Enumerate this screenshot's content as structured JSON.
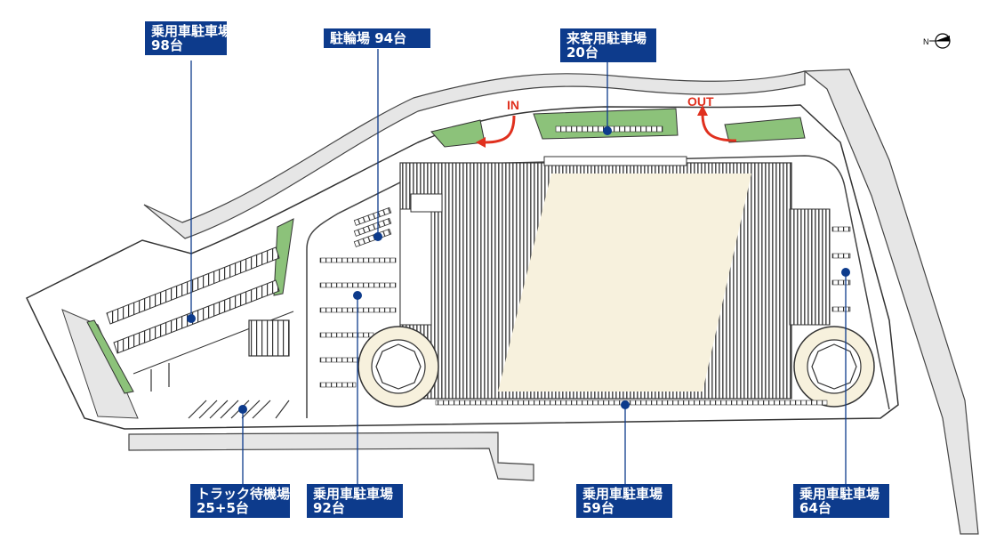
{
  "labels": {
    "parking_98": [
      "乗用車駐車場",
      "98台"
    ],
    "bicycle_94": [
      "駐輪場 94台"
    ],
    "visitor_20": [
      "来客用駐車場",
      "20台"
    ],
    "truck_wait": [
      "トラック待機場",
      "25+5台"
    ],
    "parking_92": [
      "乗用車駐車場",
      "92台"
    ],
    "parking_59": [
      "乗用車駐車場",
      "59台"
    ],
    "parking_64": [
      "乗用車駐車場",
      "64台"
    ]
  },
  "gates": {
    "in": "IN",
    "out": "OUT"
  },
  "compass": {
    "letter": "N",
    "icon": "north-arrow-icon"
  },
  "colors": {
    "label_bg": "#0d3b8c",
    "gate_arrow": "#e0301e",
    "green_area": "#8cc27a",
    "road_fill": "#e6e6e6",
    "building_fill": "#f7f1dd"
  }
}
